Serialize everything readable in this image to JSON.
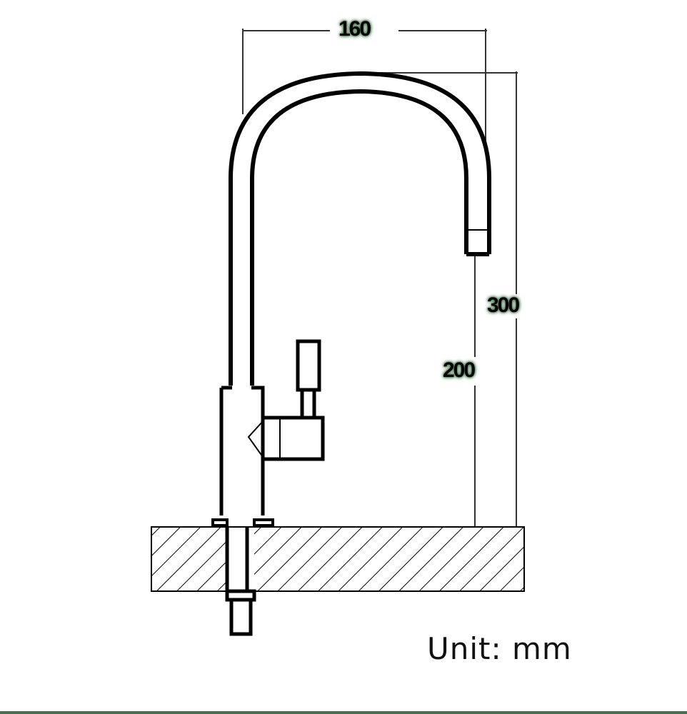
{
  "diagram": {
    "subject": "Faucet dimension drawing",
    "dimensions": {
      "spout_reach": "160",
      "total_height": "300",
      "spout_outlet_height": "200"
    },
    "unit_label": "Unit: mm",
    "colors": {
      "line": "#000000",
      "label_glow": "#4a7a52",
      "bottom_bar": "#4a7051",
      "background": "#ffffff"
    }
  }
}
